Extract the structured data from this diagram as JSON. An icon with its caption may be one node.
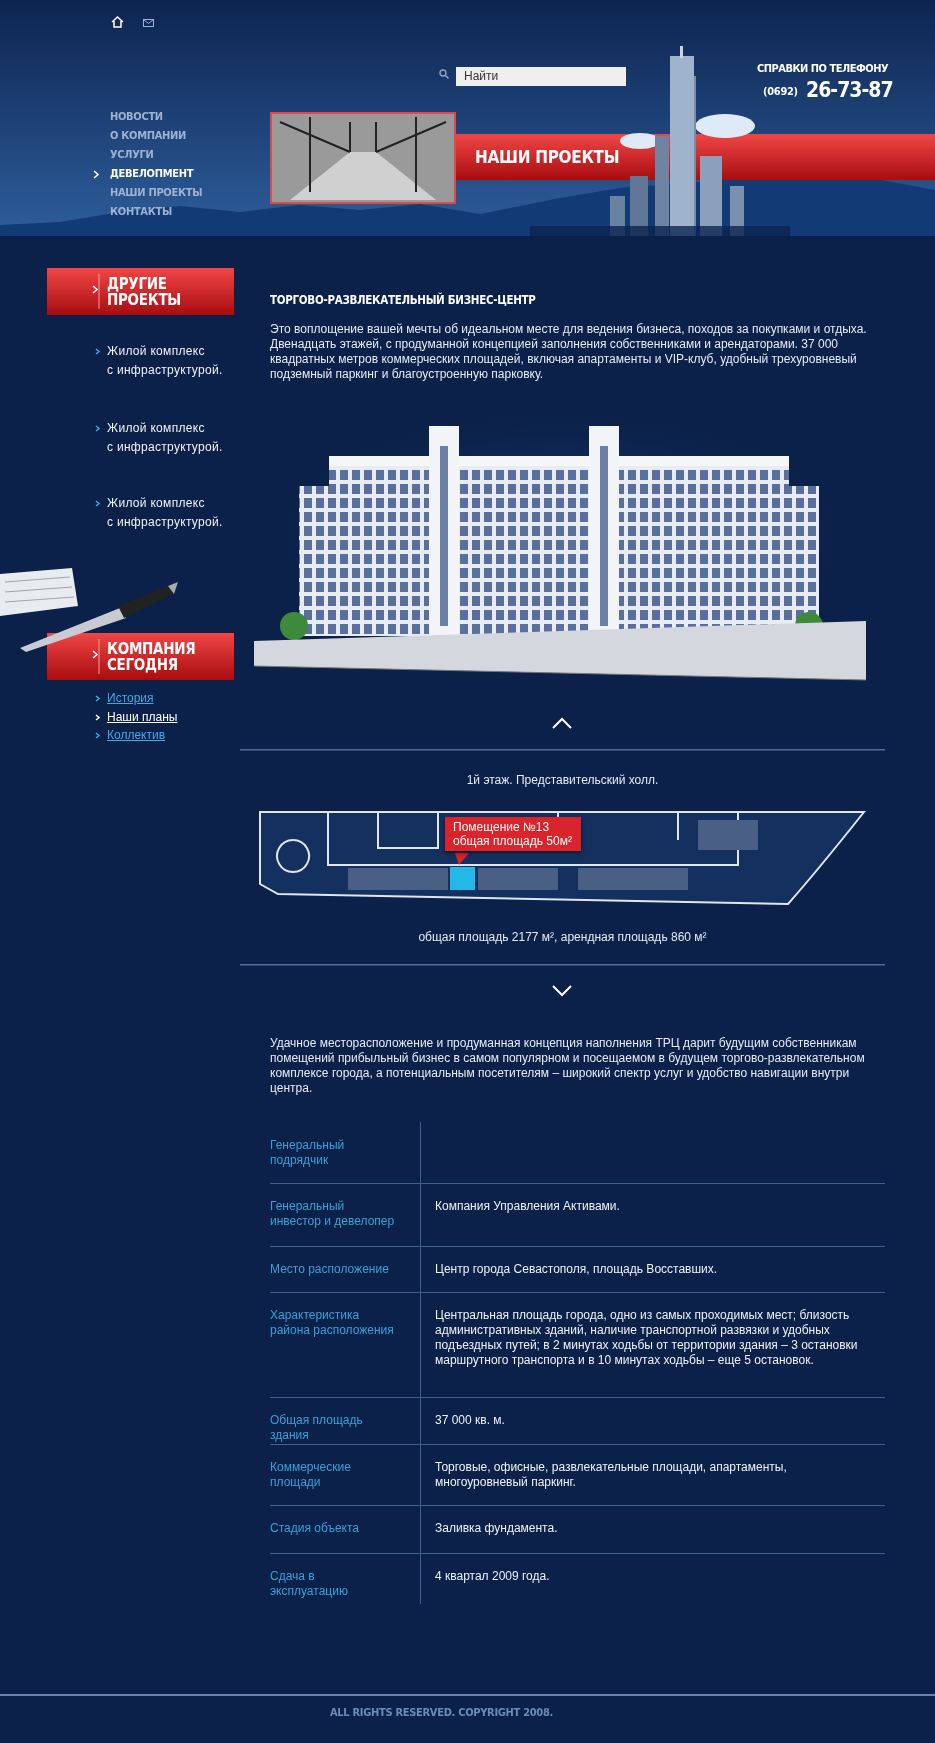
{
  "diagram": {
    "labels": [
      "СПРАВКИ ПО ТЕЛЕФОНУ",
      "(0692)",
      "26-73-87",
      "Найти",
      "НОВОСТИ",
      "О КОМПАНИИ",
      "УСЛУГИ",
      "ДЕВЕЛОПМЕНТ",
      "НАШИ ПРОЕКТЫ",
      "КОНТАКТЫ",
      "НАШИ ПРОЕКТЫ",
      "ДРУГИЕ ПРОЕКТЫ",
      "Жилой комплекс с инфраструктурой.",
      "Жилой комплекс с инфраструктурой.",
      "Жилой комплекс с инфраструктурой.",
      "КОМПАНИЯ СЕГОДНЯ",
      "История",
      "Наши планы",
      "Коллектив",
      "ТОРГОВО-РАЗВЛЕКАТЕЛЬНЫЙ БИЗНЕС-ЦЕНТР",
      "Это воплощение вашей мечты об идеальном месте для ведения бизнеса, походов за покупками и отдыха. Двенадцать этажей, с продуманной концепцией заполнения собственниками и арендаторами. 37 000 квадратных метров коммерческих площадей, включая апартаменты и VIP-клуб, удобный трехуровневый подземный паркинг и благоустроенную парковку.",
      "1й этаж. Представительский холл.",
      "Помещение №13 общая площадь 50м²",
      "общая площадь 2177 м², арендная площадь 860 м²",
      "Удачное месторасположение и продуманная концепция наполнения ТРЦ дарит будущим собственникам помещений прибыльный бизнес в самом популярном и посещаемом в будущем торгово-развлекательном комплексе города, а потенциальным посетителям – широкий спектр услуг и удобство навигации внутри центра.",
      "Генеральный подрядчик",
      "Генеральный инвестор и девелопер",
      "Компания Управления Активами.",
      "Место расположение",
      "Центр города Севастополя, площадь Восставших.",
      "Характеристика района расположения",
      "Центральная площадь города, одно из самых проходимых мест; близость административных зданий, наличие транспортной развязки и удобных подъездных путей; в 2 минутах ходьбы от территории здания – 3 остановки маршрутного транспорта и в 10 минутах ходьбы – еще 5 остановок.",
      "Общая площадь здания",
      "37 000 кв. м.",
      "Коммерческие площади",
      "Торговые, офисные, развлекательные площади, апартаменты, многоуровневый паркинг.",
      "Стадия объекта",
      "Заливка фундамента.",
      "Сдача в эксплуатацию",
      "4 квартал 2009 года.",
      "ALL RIGHTS RESERVED. COPYRIGHT 2008."
    ]
  }
}
